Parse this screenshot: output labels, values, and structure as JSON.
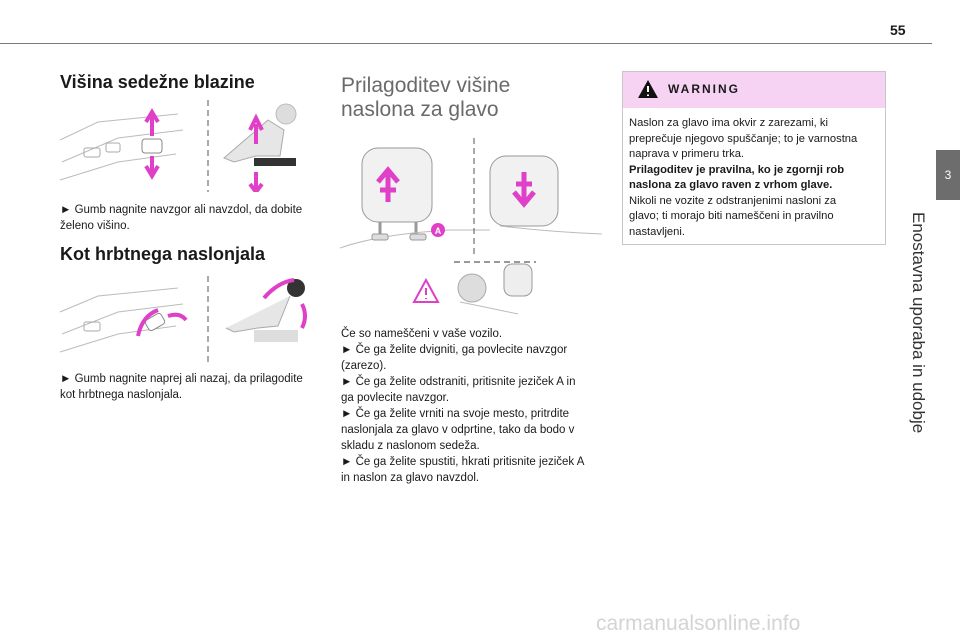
{
  "page_number": "55",
  "side_tab": {
    "number": "3",
    "title": "Enostavna uporaba in udobje"
  },
  "section1": {
    "heading": "Višina sedežne blazine",
    "text_line1": "► Gumb nagnite navzgor ali navzdol, da dobite",
    "text_line2": "želeno višino."
  },
  "section2": {
    "heading": "Kot hrbtnega naslonjala",
    "text_line1": "► Gumb nagnite naprej ali nazaj, da prilagodite",
    "text_line2": "kot hrbtnega naslonjala."
  },
  "section3": {
    "heading_line1": "Prilagoditev višine",
    "heading_line2": "naslona za glavo",
    "label_a": "A",
    "lines": [
      "Če so nameščeni v vaše vozilo.",
      "► Če ga želite dvigniti, ga povlecite navzgor",
      "(zarezo).",
      "► Če ga želite odstraniti, pritisnite jeziček A in",
      "ga povlecite navzgor.",
      "► Če ga želite vrniti na svoje mesto, pritrdite",
      "naslonjala za glavo v odprtine, tako da bodo v",
      "skladu z naslonom sedeža.",
      "► Če ga želite spustiti, hkrati pritisnite jeziček A",
      "in naslon za glavo navzdol."
    ]
  },
  "warning": {
    "label": "WARNING",
    "lines": [
      "Naslon za glavo ima okvir z zarezami, ki",
      "preprečuje njegovo spuščanje; to je varnostna",
      "naprava v primeru trka."
    ],
    "bold_lines": [
      "Prilagoditev je pravilna, ko je zgornji rob",
      "naslona za glavo raven z vrhom glave."
    ],
    "lines2": [
      "Nikoli ne vozite z odstranjenimi nasloni za",
      "glavo; ti morajo biti nameščeni in pravilno",
      "nastavljeni."
    ]
  },
  "watermark": "carmanualsonline.info",
  "colors": {
    "accent": "#e040c8",
    "warning_header": "#f7d3f3",
    "side_tab": "#6d6d6d"
  }
}
